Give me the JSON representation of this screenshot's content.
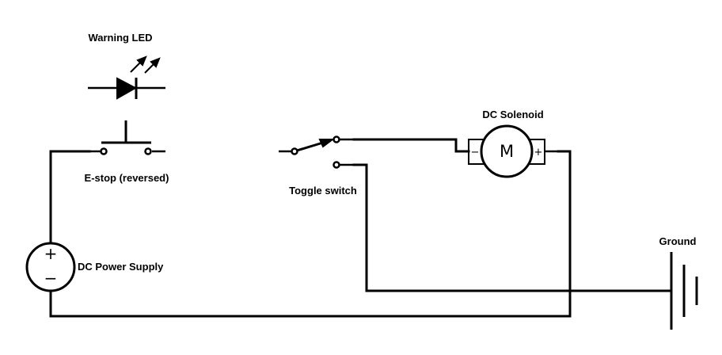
{
  "labels": {
    "warning_led": "Warning LED",
    "estop": "E-stop (reversed)",
    "toggle_switch": "Toggle switch",
    "dc_solenoid": "DC Solenoid",
    "ground": "Ground",
    "dc_power_supply": "DC Power Supply"
  },
  "symbols": {
    "supply_plus": "+",
    "supply_minus": "−",
    "motor_letter": "M",
    "motor_minus": "−",
    "motor_plus": "+"
  },
  "colors": {
    "ink": "#000000",
    "background": "#ffffff"
  }
}
